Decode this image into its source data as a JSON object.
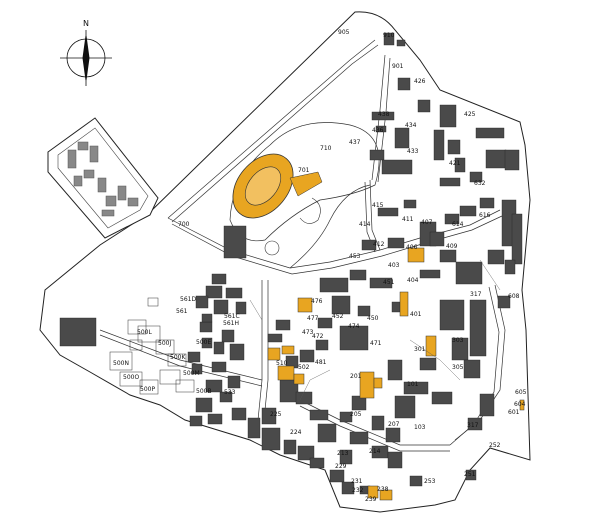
{
  "compass": {
    "north_label": "N"
  },
  "colors": {
    "highlight": "#e8a521",
    "building": "#4a4a4a",
    "outline": "#222222"
  },
  "labels": [
    {
      "id": "905",
      "text": "905"
    },
    {
      "id": "910",
      "text": "910"
    },
    {
      "id": "901",
      "text": "901"
    },
    {
      "id": "426",
      "text": "426"
    },
    {
      "id": "425",
      "text": "425"
    },
    {
      "id": "438",
      "text": "438"
    },
    {
      "id": "434",
      "text": "434"
    },
    {
      "id": "436",
      "text": "436"
    },
    {
      "id": "437",
      "text": "437"
    },
    {
      "id": "433",
      "text": "433"
    },
    {
      "id": "421",
      "text": "421"
    },
    {
      "id": "632",
      "text": "632"
    },
    {
      "id": "710",
      "text": "710"
    },
    {
      "id": "701",
      "text": "701"
    },
    {
      "id": "700",
      "text": "700"
    },
    {
      "id": "415",
      "text": "415"
    },
    {
      "id": "414",
      "text": "414"
    },
    {
      "id": "411",
      "text": "411"
    },
    {
      "id": "407",
      "text": "407"
    },
    {
      "id": "614",
      "text": "614"
    },
    {
      "id": "616",
      "text": "616"
    },
    {
      "id": "412",
      "text": "412"
    },
    {
      "id": "406",
      "text": "406"
    },
    {
      "id": "409",
      "text": "409"
    },
    {
      "id": "453",
      "text": "453"
    },
    {
      "id": "403",
      "text": "403"
    },
    {
      "id": "404",
      "text": "404"
    },
    {
      "id": "451",
      "text": "451"
    },
    {
      "id": "476",
      "text": "476"
    },
    {
      "id": "317a",
      "text": "317"
    },
    {
      "id": "608",
      "text": "608"
    },
    {
      "id": "561D",
      "text": "561D"
    },
    {
      "id": "561",
      "text": "561"
    },
    {
      "id": "561C",
      "text": "561C"
    },
    {
      "id": "561H",
      "text": "561H"
    },
    {
      "id": "477",
      "text": "477"
    },
    {
      "id": "452",
      "text": "452"
    },
    {
      "id": "450",
      "text": "450"
    },
    {
      "id": "401",
      "text": "401"
    },
    {
      "id": "474",
      "text": "474"
    },
    {
      "id": "473",
      "text": "473"
    },
    {
      "id": "472",
      "text": "472"
    },
    {
      "id": "303",
      "text": "303"
    },
    {
      "id": "500L",
      "text": "500L"
    },
    {
      "id": "500J",
      "text": "500J"
    },
    {
      "id": "500K",
      "text": "500K"
    },
    {
      "id": "500E",
      "text": "500E"
    },
    {
      "id": "500N",
      "text": "500N"
    },
    {
      "id": "500M",
      "text": "500M"
    },
    {
      "id": "500O",
      "text": "500O"
    },
    {
      "id": "500P",
      "text": "500P"
    },
    {
      "id": "500B",
      "text": "500B"
    },
    {
      "id": "471",
      "text": "471"
    },
    {
      "id": "481",
      "text": "481"
    },
    {
      "id": "502",
      "text": "502"
    },
    {
      "id": "510",
      "text": "510"
    },
    {
      "id": "301",
      "text": "301"
    },
    {
      "id": "305",
      "text": "305"
    },
    {
      "id": "201",
      "text": "201"
    },
    {
      "id": "101",
      "text": "101"
    },
    {
      "id": "533",
      "text": "533"
    },
    {
      "id": "225",
      "text": "225"
    },
    {
      "id": "205",
      "text": "205"
    },
    {
      "id": "207",
      "text": "207"
    },
    {
      "id": "103",
      "text": "103"
    },
    {
      "id": "317b",
      "text": "317"
    },
    {
      "id": "605",
      "text": "605"
    },
    {
      "id": "604",
      "text": "604"
    },
    {
      "id": "601",
      "text": "601"
    },
    {
      "id": "224",
      "text": "224"
    },
    {
      "id": "213",
      "text": "213"
    },
    {
      "id": "214",
      "text": "214"
    },
    {
      "id": "252",
      "text": "252"
    },
    {
      "id": "229",
      "text": "229"
    },
    {
      "id": "231",
      "text": "231"
    },
    {
      "id": "232",
      "text": "232"
    },
    {
      "id": "238",
      "text": "238"
    },
    {
      "id": "239",
      "text": "239"
    },
    {
      "id": "253",
      "text": "253"
    },
    {
      "id": "251",
      "text": "251"
    }
  ]
}
